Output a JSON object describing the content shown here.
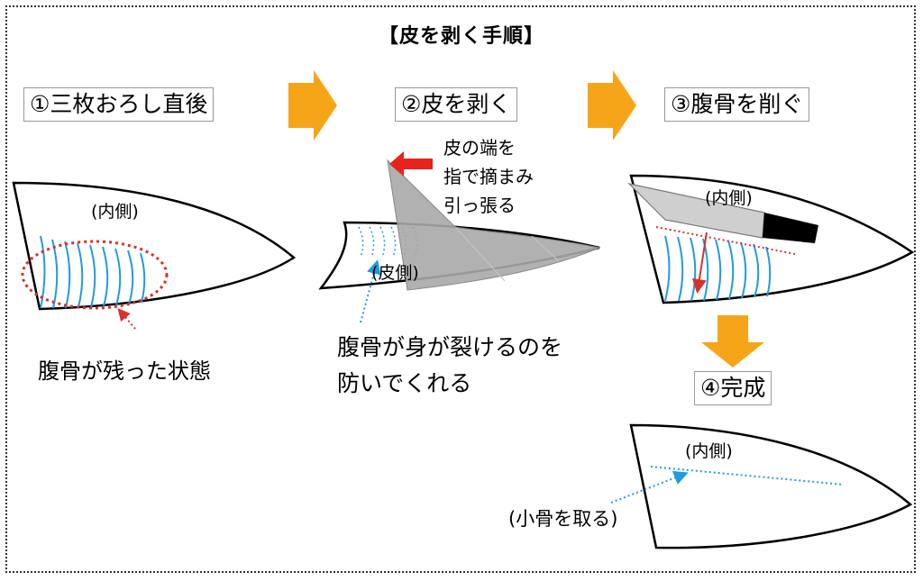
{
  "title": "【皮を剥く手順】",
  "steps": [
    {
      "label": "①三枚おろし直後"
    },
    {
      "label": "②皮を剥く"
    },
    {
      "label": "③腹骨を削ぐ"
    },
    {
      "label": "④完成"
    }
  ],
  "annotations": {
    "inner_side": "(内側)",
    "skin_side": "(皮側)",
    "belly_bone_state": "腹骨が残った状態",
    "pinch_note_line1": "皮の端を",
    "pinch_note_line2": "指で摘まみ",
    "pinch_note_line3": "引っ張る",
    "protect_note_line1": "腹骨が身が裂けるのを",
    "protect_note_line2": "防いでくれる",
    "remove_small_bones": "(小骨を取る)"
  },
  "colors": {
    "arrow_orange": "#f7a518",
    "bone_blue": "#1f9be0",
    "dotted_red": "#d9302b",
    "skin_gray": "#a8a8a8",
    "pinch_arrow_red": "#e8231c"
  }
}
